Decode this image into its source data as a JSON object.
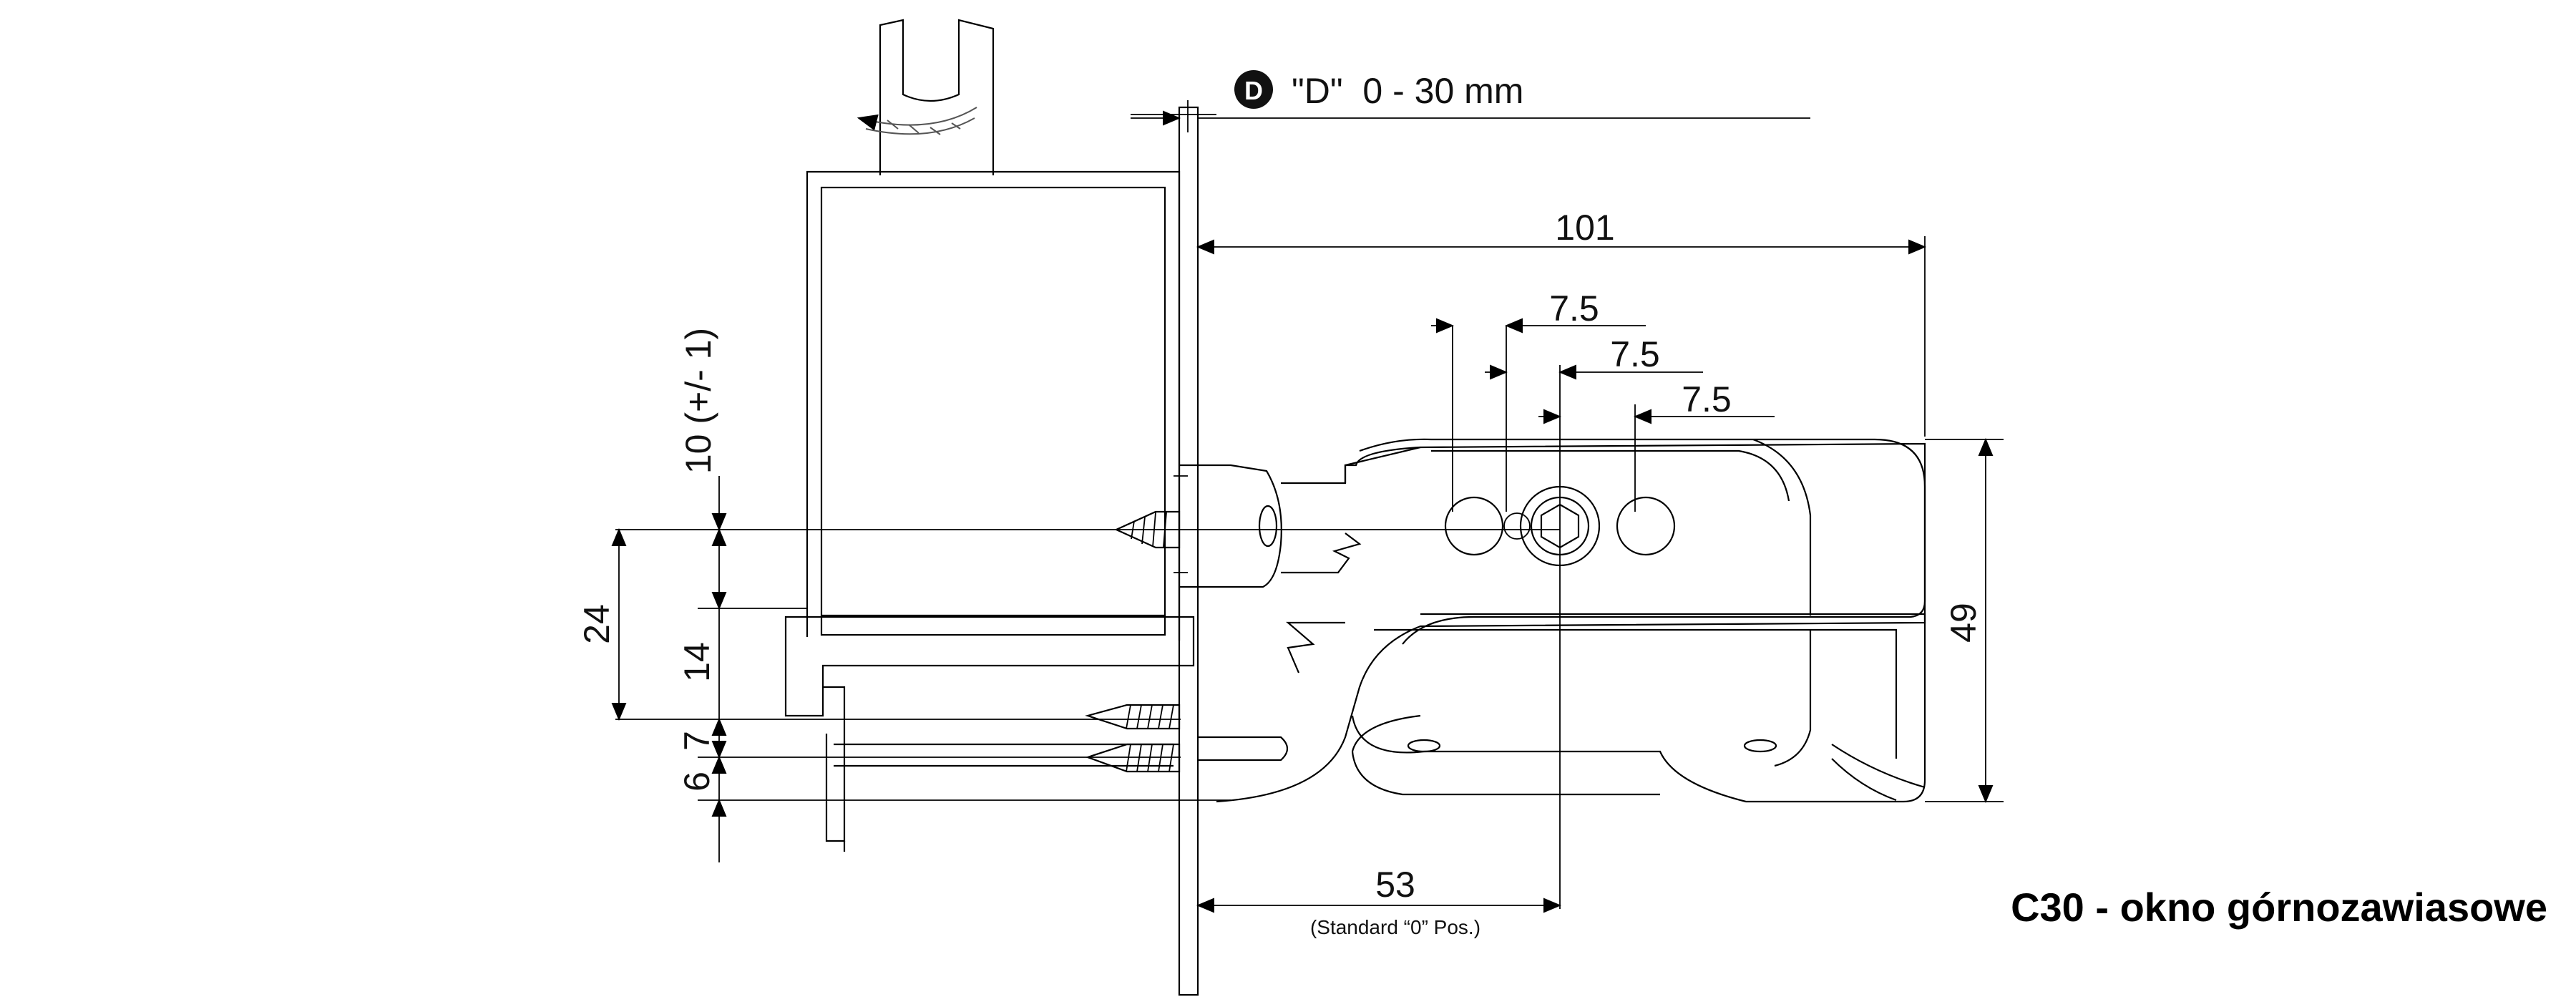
{
  "legend": {
    "badge": "D",
    "label": "\"D\"  0 - 30 mm"
  },
  "dimensions": {
    "width_total": "101",
    "step_1": "7.5",
    "step_2": "7.5",
    "step_3": "7.5",
    "height_tolerance": "10 (+/- 1)",
    "left_24": "24",
    "left_14": "14",
    "left_7": "7",
    "left_6": "6",
    "right_49": "49",
    "bottom_53": "53",
    "bottom_note": "(Standard “0” Pos.)"
  },
  "title": "C30 - okno górnozawiasowe"
}
